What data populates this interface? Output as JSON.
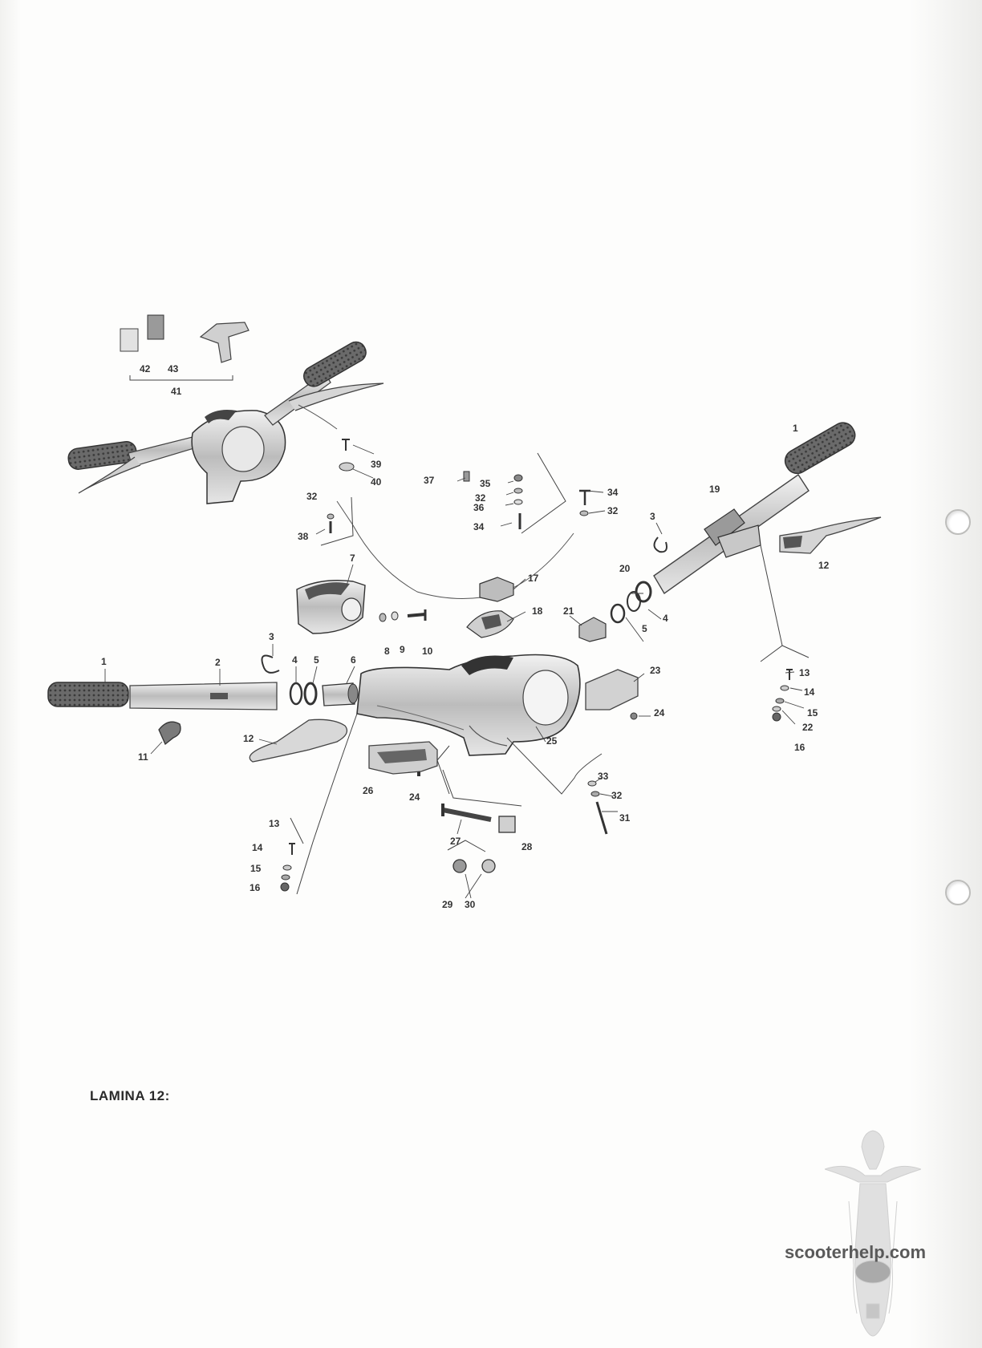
{
  "plate_label": "LAMINA 12:",
  "watermark": "scooterhelp.com",
  "watermark_icon": "scooter-silhouette-icon",
  "callouts": [
    "1",
    "2",
    "3",
    "4",
    "5",
    "6",
    "7",
    "8",
    "9",
    "10",
    "11",
    "12",
    "13",
    "14",
    "15",
    "16",
    "17",
    "18",
    "19",
    "20",
    "21",
    "22",
    "23",
    "24",
    "25",
    "26",
    "27",
    "28",
    "29",
    "30",
    "31",
    "32",
    "33",
    "34",
    "35",
    "36",
    "37",
    "38",
    "39",
    "40",
    "41",
    "42",
    "43"
  ]
}
